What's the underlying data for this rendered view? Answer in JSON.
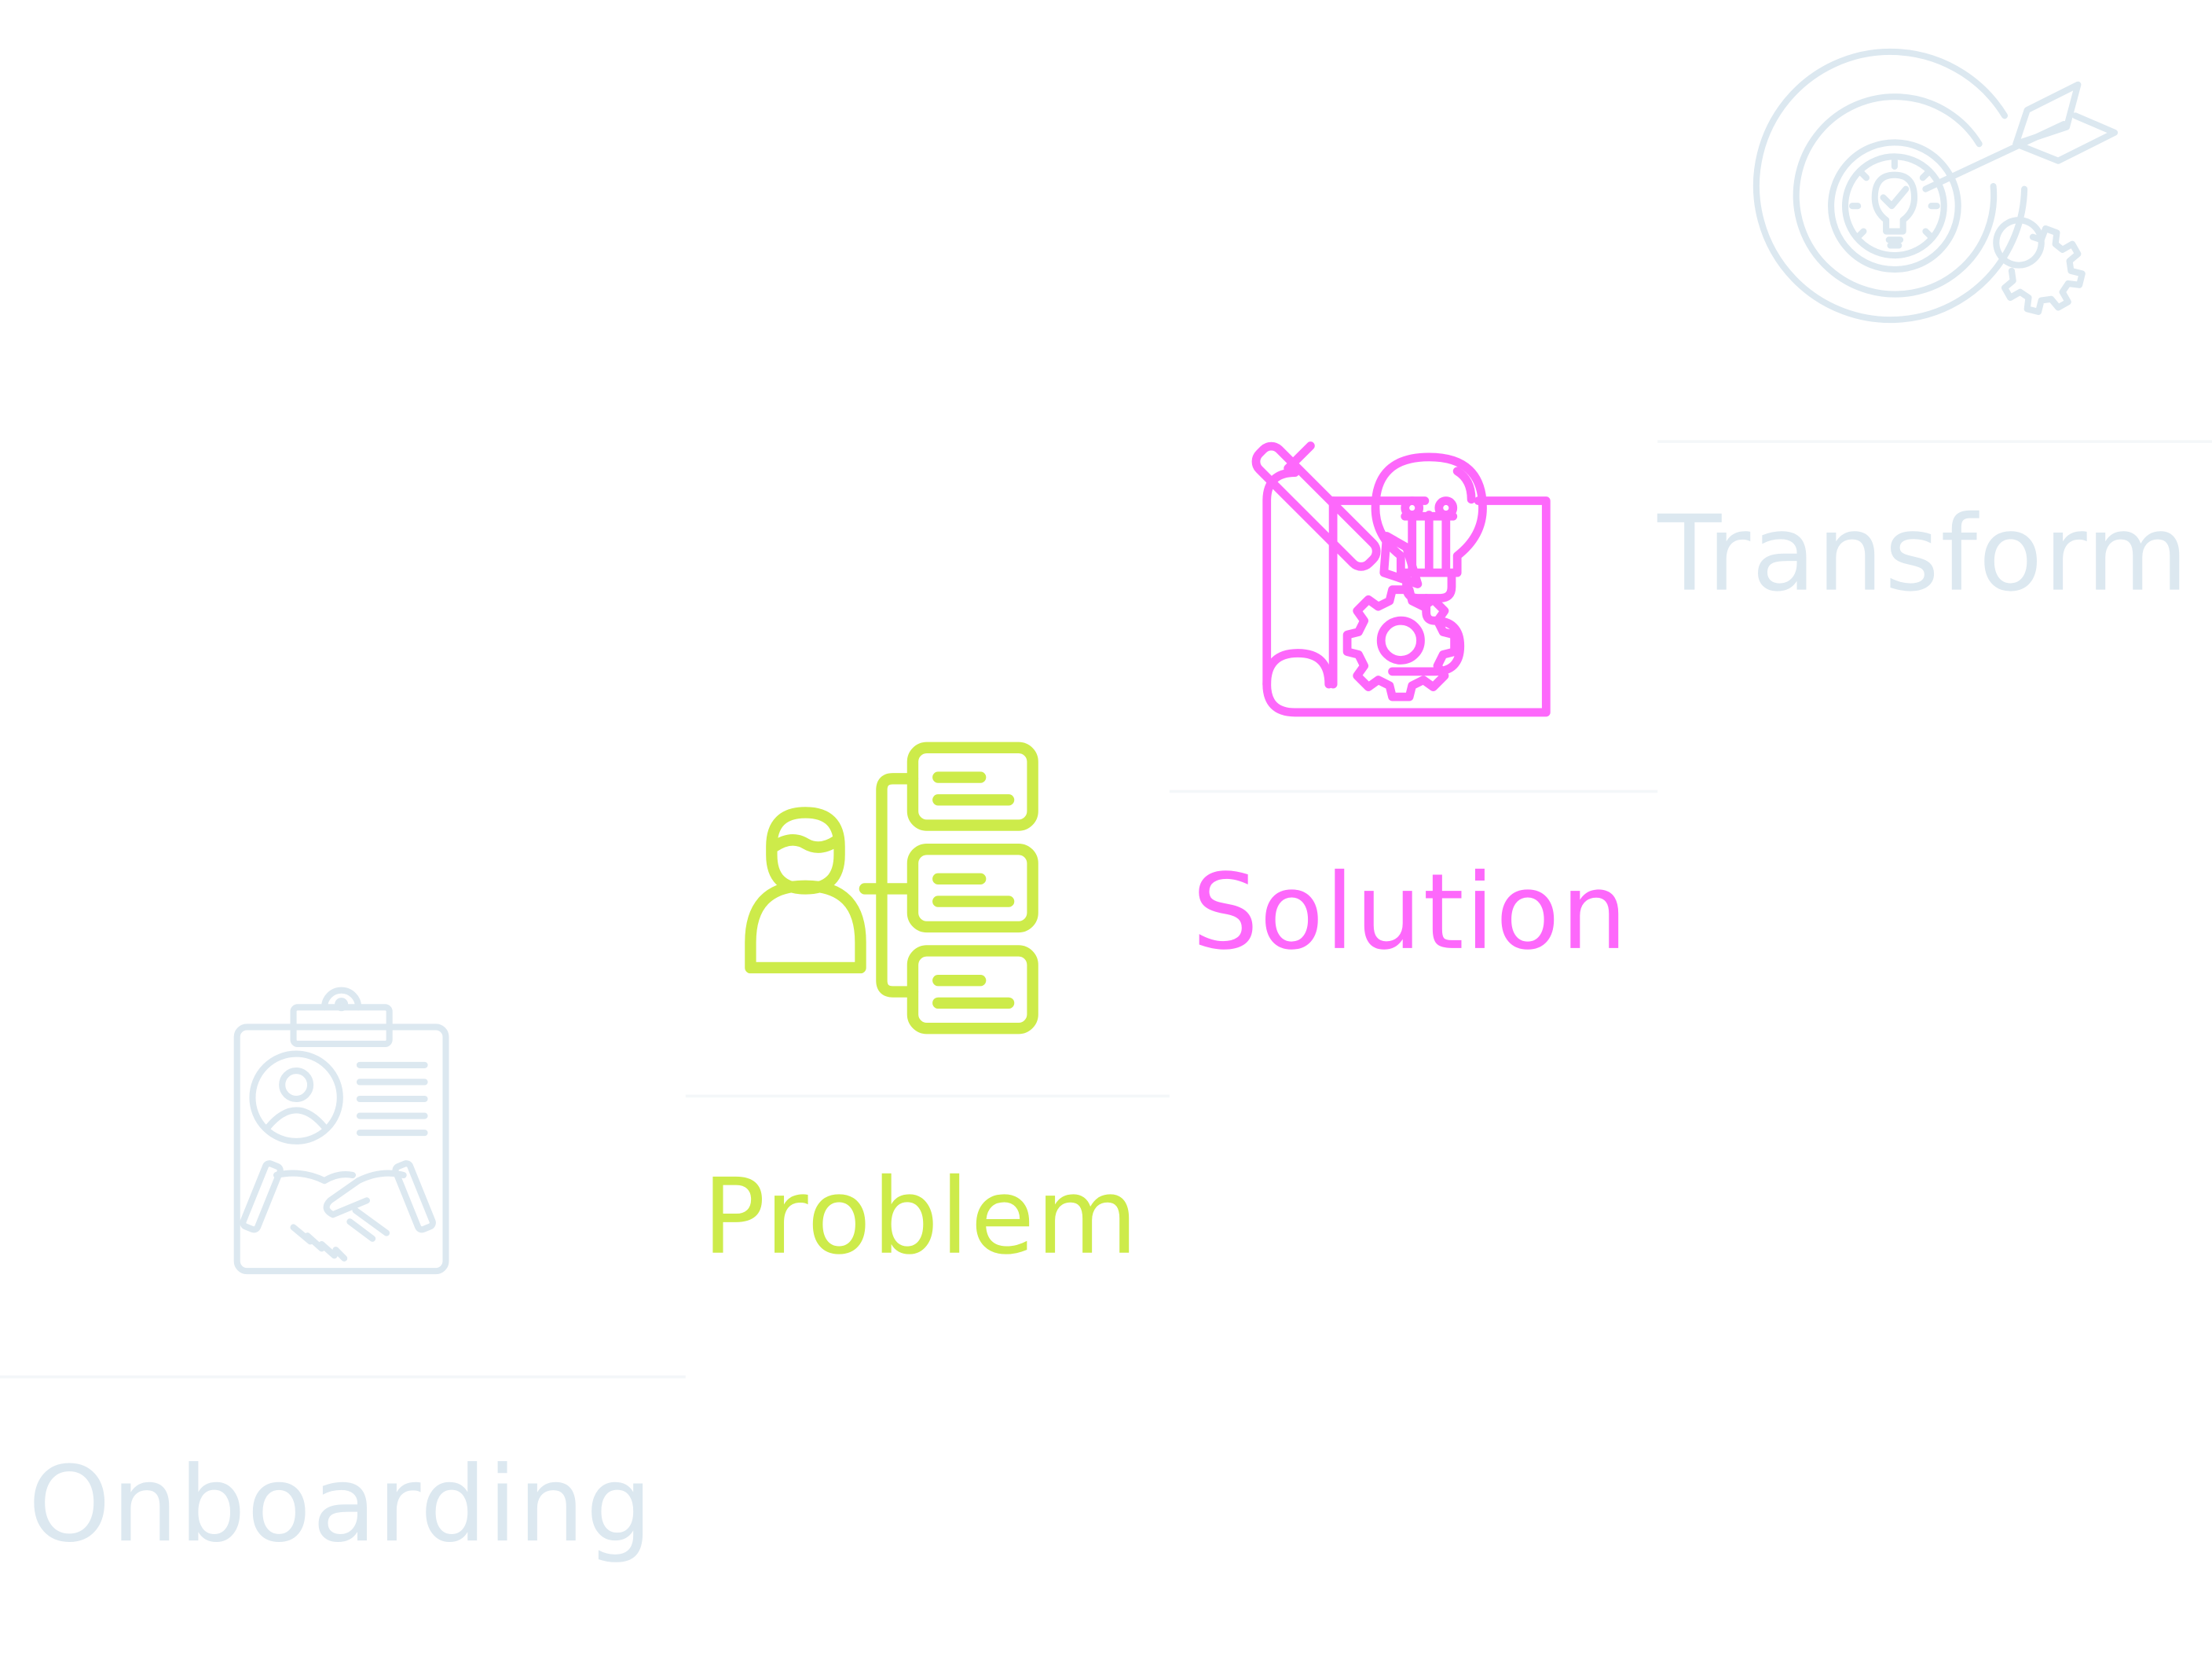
{
  "colors": {
    "muted": "#dce8f0",
    "problem": "#cdeb4a",
    "solution": "#fd68fb",
    "divider": "#f4f7f9",
    "background": "#ffffff"
  },
  "steps": [
    {
      "id": "onboarding",
      "label": "Onboarding",
      "icon": "clipboard-handshake-icon",
      "state": "inactive",
      "color": "#dce8f0"
    },
    {
      "id": "problem",
      "label": "Problem",
      "icon": "person-list-icon",
      "state": "active",
      "color": "#cdeb4a"
    },
    {
      "id": "solution",
      "label": "Solution",
      "icon": "blueprint-idea-icon",
      "state": "active",
      "color": "#fd68fb"
    },
    {
      "id": "transform",
      "label": "Transform",
      "icon": "target-arrow-gear-icon",
      "state": "inactive",
      "color": "#dce8f0"
    }
  ]
}
